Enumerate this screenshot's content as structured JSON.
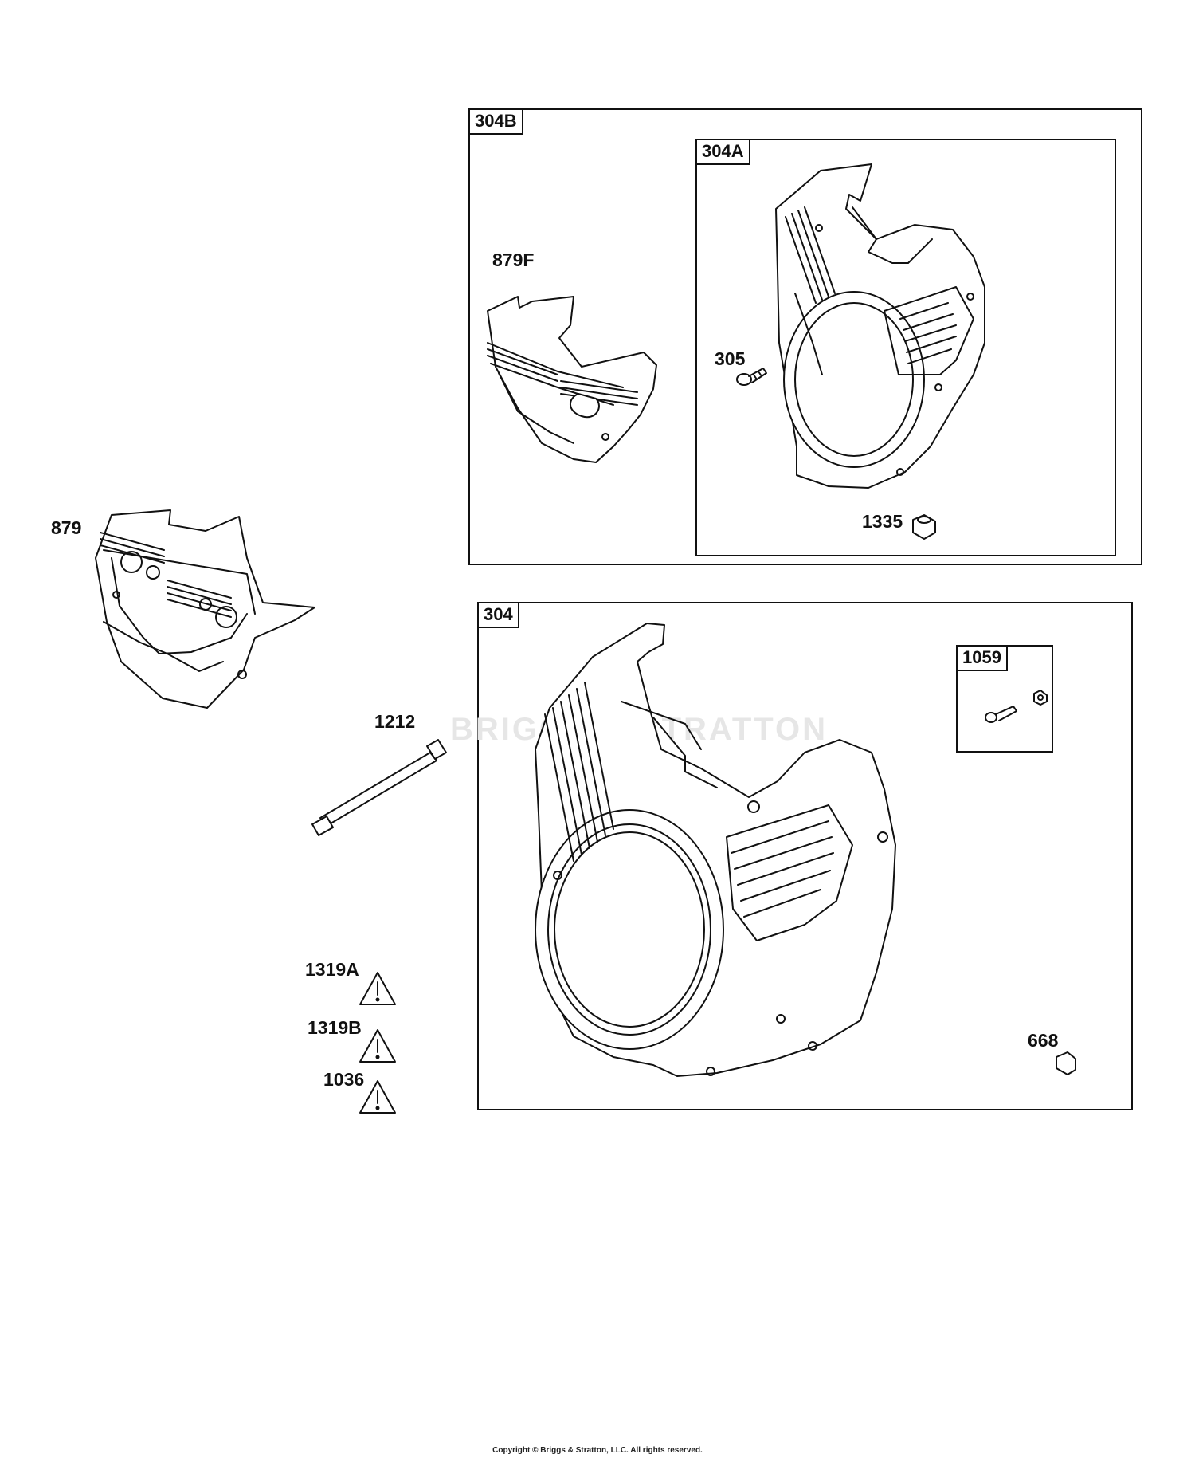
{
  "brand_watermark": "BRIGGS & STRATTON",
  "labels": {
    "p879": "879",
    "p879F": "879F",
    "p305": "305",
    "p1335": "1335",
    "p1212": "1212",
    "p668": "668",
    "p1319A": "1319A",
    "p1319B": "1319B",
    "p1036": "1036"
  },
  "group_tags": {
    "g304B": "304B",
    "g304A": "304A",
    "g304": "304",
    "g1059": "1059"
  },
  "footer": "Copyright © Briggs & Stratton, LLC. All rights reserved.",
  "colors": {
    "line": "#111111",
    "shade": "#bdbdbd",
    "dark": "#3a3a3a",
    "watermark": "#e6e6e6"
  }
}
